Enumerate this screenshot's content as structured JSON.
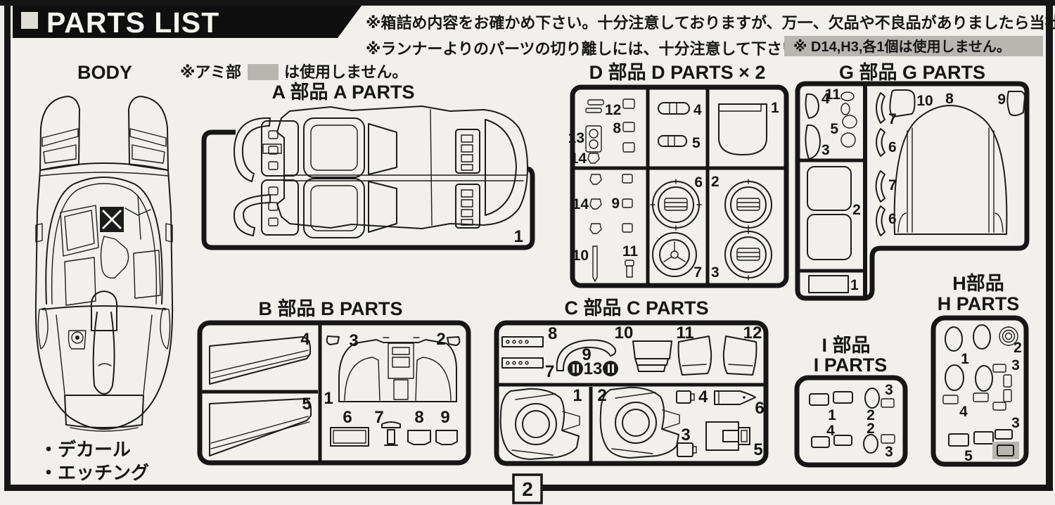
{
  "colors": {
    "paper": "#f1f0ec",
    "ink": "#1c1c1c",
    "banner_bg": "#0f0f0f",
    "banner_fg": "#f5f4f0",
    "highlight_bg": "#b7b6b1",
    "unused_swatch": "#b7b6b1"
  },
  "header": {
    "title": "PARTS LIST"
  },
  "notices": {
    "line1": "※箱詰め内容をお確かめ下さい。十分注意しておりますが、万一、欠品や不良品がありましたら当社までご連絡ください。",
    "line2": "※ランナーよりのパーツの切り離しには、十分注意して下さい。",
    "highlight": "※ D14,H3,各1個は使用しません。",
    "mesh_prefix": "※アミ部",
    "mesh_suffix": "は使用しません。"
  },
  "body_section": {
    "title": "BODY",
    "notes": [
      "・デカール",
      "・エッチング"
    ]
  },
  "sections": {
    "a": {
      "title": "A 部品 A PARTS",
      "nums": [
        "1"
      ]
    },
    "b": {
      "title": "B 部品 B PARTS",
      "nums": [
        "4",
        "5",
        "3",
        "2",
        "1",
        "6",
        "7",
        "8",
        "9"
      ]
    },
    "c": {
      "title": "C 部品 C PARTS",
      "nums": [
        "8",
        "7",
        "9",
        "13",
        "10",
        "11",
        "12",
        "1",
        "2",
        "4",
        "3",
        "6",
        "5"
      ]
    },
    "d": {
      "title": "D 部品 D PARTS × 2",
      "nums": [
        "12",
        "8",
        "13",
        "14",
        "4",
        "5",
        "1",
        "14",
        "9",
        "10",
        "11",
        "6",
        "7",
        "2",
        "3"
      ]
    },
    "g": {
      "title": "G 部品 G PARTS",
      "nums": [
        "4",
        "11",
        "5",
        "3",
        "2",
        "1",
        "7",
        "6",
        "7",
        "6",
        "10",
        "8",
        "9"
      ]
    },
    "h": {
      "title_jp": "H部品",
      "title_en": "H PARTS",
      "nums": [
        "1",
        "2",
        "3",
        "4",
        "5",
        "3"
      ]
    },
    "i": {
      "title_jp": "I 部品",
      "title_en": "I PARTS",
      "nums": [
        "1",
        "4",
        "2",
        "2",
        "3",
        "3"
      ]
    }
  },
  "footer": {
    "page_number": "2"
  }
}
